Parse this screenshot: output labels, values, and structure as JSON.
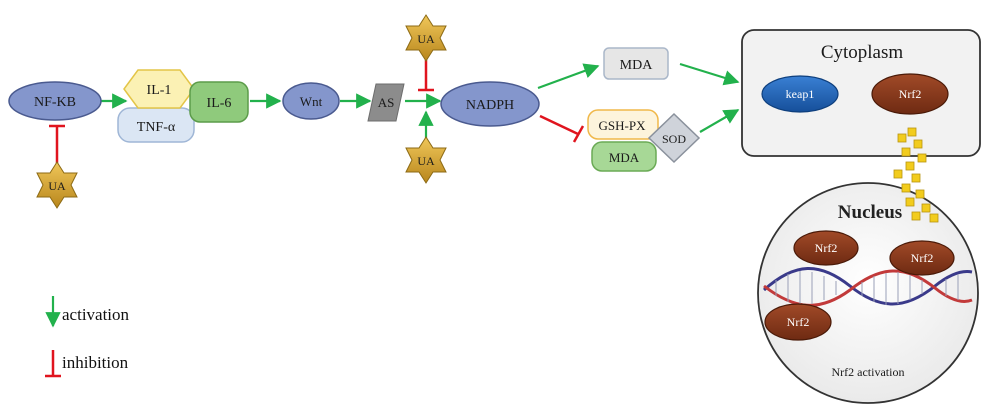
{
  "nodes": {
    "nfkb": "NF-KB",
    "il1": "IL-1",
    "tnf": "TNF-α",
    "il6": "IL-6",
    "wnt": "Wnt",
    "as": "AS",
    "nadph": "NADPH",
    "mda_top": "MDA",
    "gshpx": "GSH-PX",
    "mda_bottom": "MDA",
    "sod": "SOD",
    "ua_left": "UA",
    "ua_top": "UA",
    "ua_bottom": "UA"
  },
  "cytoplasm": {
    "title": "Cytoplasm",
    "keap1": "keap1",
    "nrf2": "Nrf2"
  },
  "nucleus": {
    "title": "Nucleus",
    "nrf2_a": "Nrf2",
    "nrf2_b": "Nrf2",
    "nrf2_c": "Nrf2",
    "caption": "Nrf2 activation"
  },
  "legend": {
    "activation": "activation",
    "inhibition": "inhibition"
  },
  "colors": {
    "activation": "#22b14c",
    "inhibition": "#e0141e",
    "ellipse_blue": "#8496cc",
    "star_gold": "#d9a62e",
    "nrf2_brown": "#8b3a1f",
    "keap1_blue": "#1f63b8",
    "particle_yellow": "#f2cc1d"
  }
}
